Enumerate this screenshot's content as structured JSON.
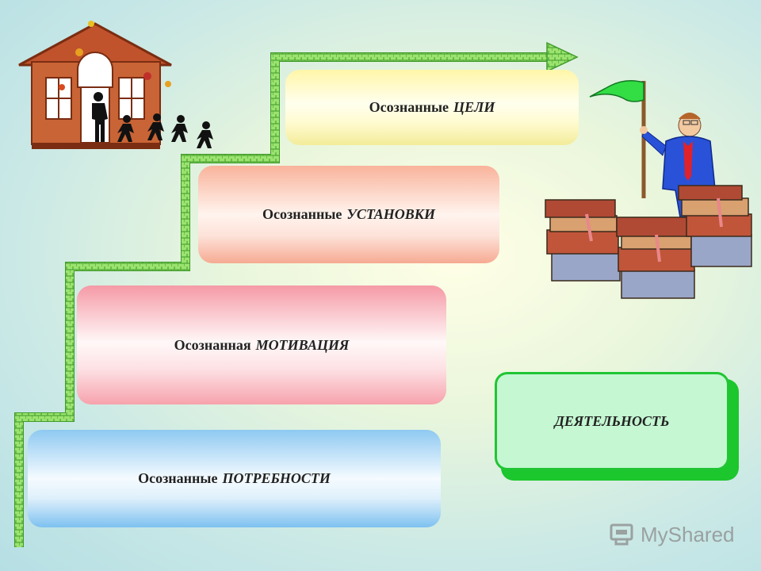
{
  "steps": [
    {
      "id": "needs",
      "prefix": "Осознанные",
      "emphasis": "ПОТРЕБНОСТИ"
    },
    {
      "id": "motivation",
      "prefix": "Осознанная",
      "emphasis": "МОТИВАЦИЯ"
    },
    {
      "id": "attitudes",
      "prefix": "Осознанные",
      "emphasis": "УСТАНОВКИ"
    },
    {
      "id": "goals",
      "prefix": "Осознанные",
      "emphasis": "ЦЕЛИ"
    }
  ],
  "activity_label": "ДЕЯТЕЛЬНОСТЬ",
  "watermark": "MyShared",
  "icons": [
    "school-house-illustration",
    "children-running-illustration",
    "businessman-with-flag-illustration",
    "book-stacks-illustration",
    "stair-arrow-path",
    "myshared-logo-icon"
  ],
  "colors": {
    "stair": "#9be36f",
    "activity_border": "#21c534",
    "activity_fill": "#c4f7d2"
  }
}
